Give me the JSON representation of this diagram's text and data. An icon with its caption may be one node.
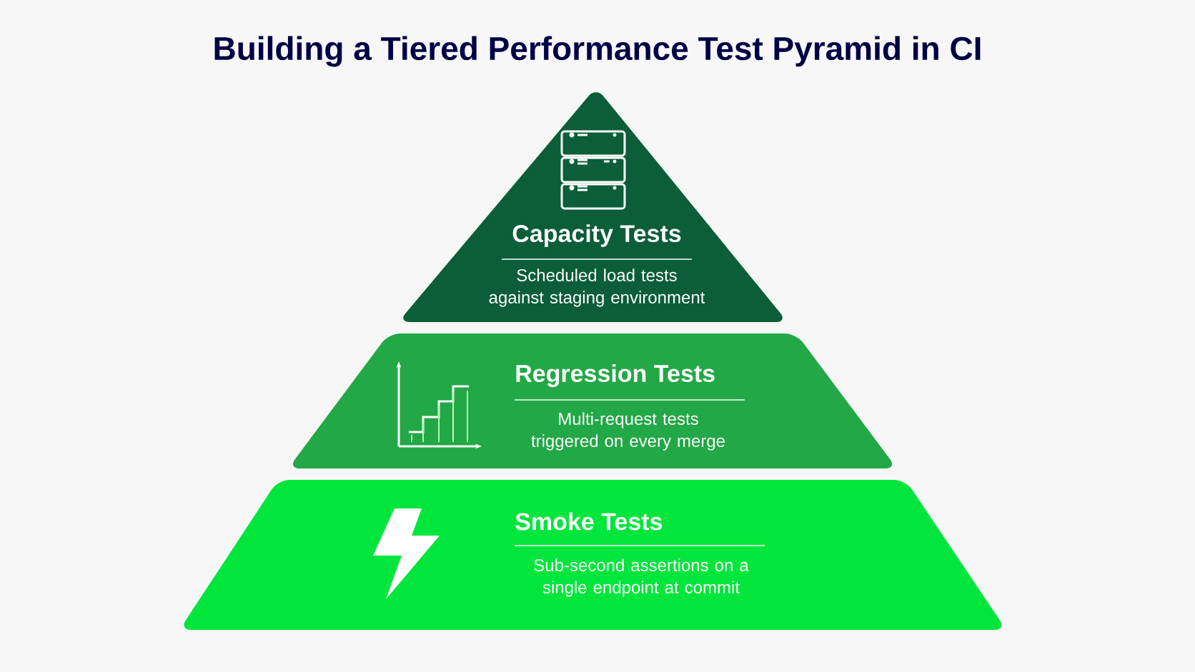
{
  "diagram": {
    "title": "Building a Tiered Performance Test Pyramid in CI",
    "nodes": [
      {
        "text": [
          "Capacity Tests",
          "Scheduled load tests against staging environment"
        ]
      },
      {
        "text": [
          "Regression Tests",
          "Multi-request tests triggered on every merge"
        ]
      },
      {
        "text": [
          "Smoke Tests",
          "Sub-second assertions on a single endpoint at commit"
        ]
      }
    ]
  }
}
